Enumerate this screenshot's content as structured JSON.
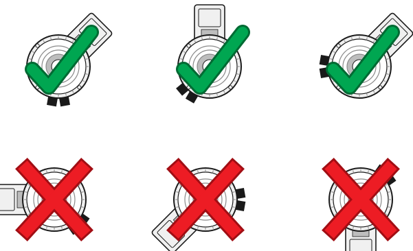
{
  "colors": {
    "check": "#00a651",
    "check_dark": "#006a33",
    "cross": "#ed1c24",
    "cross_dark": "#a10e14",
    "outline": "#1a1a1a",
    "body_fill": "#f0f0f0",
    "shade": "#bdbdbd",
    "shade_dark": "#8a8a8a",
    "connector": "#1a1a1a"
  },
  "orientations": [
    {
      "row": "correct",
      "verdict": "check",
      "arm_angle": -45,
      "connectors": "bottom"
    },
    {
      "row": "correct",
      "verdict": "check",
      "arm_angle": -90,
      "connectors": "bottom-left"
    },
    {
      "row": "correct",
      "verdict": "check",
      "arm_angle": -45,
      "connectors": "left"
    },
    {
      "row": "incorrect",
      "verdict": "cross",
      "arm_angle": 180,
      "connectors": "bottom-right"
    },
    {
      "row": "incorrect",
      "verdict": "cross",
      "arm_angle": 135,
      "connectors": "right"
    },
    {
      "row": "incorrect",
      "verdict": "cross",
      "arm_angle": 90,
      "connectors": "top-right"
    }
  ]
}
